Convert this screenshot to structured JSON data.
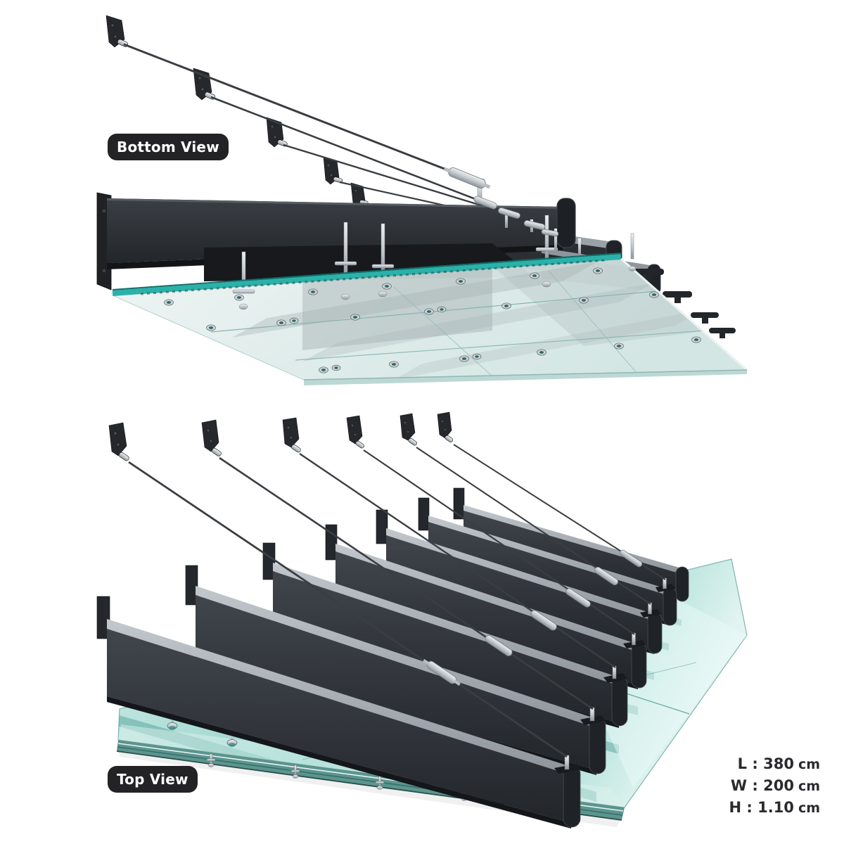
{
  "views": {
    "bottom": {
      "badge": "Bottom View"
    },
    "top": {
      "badge": "Top View"
    }
  },
  "dimensions": {
    "rows": [
      {
        "label": "L",
        "sep": " : ",
        "value": "380",
        "unit": "cm"
      },
      {
        "label": "W",
        "sep": " : ",
        "value": "200",
        "unit": "cm"
      },
      {
        "label": "H",
        "sep": " : ",
        "value": "1.10",
        "unit": "cm"
      }
    ]
  },
  "colors": {
    "background": "#ffffff",
    "badge_bg": "#232326",
    "badge_text": "#ffffff",
    "dimension_text": "#2a2a2e",
    "steel_dark": "#2e3237",
    "steel_flange": "#a6adb4",
    "glass_teal": "#7fccc4",
    "glass_edge_teal": "#2bb1a9",
    "glass_light": "#e8f2f1",
    "cable": "#3a3e42",
    "metal_silver": "#ccd2d6"
  },
  "scene": {
    "bottom_view": {
      "wall_brackets": 5,
      "suspension_cables": 5,
      "glass_point_fixings": "stainless discs"
    },
    "top_view": {
      "wall_brackets": 6,
      "suspension_cables": 6,
      "steel_beams": 7
    }
  }
}
